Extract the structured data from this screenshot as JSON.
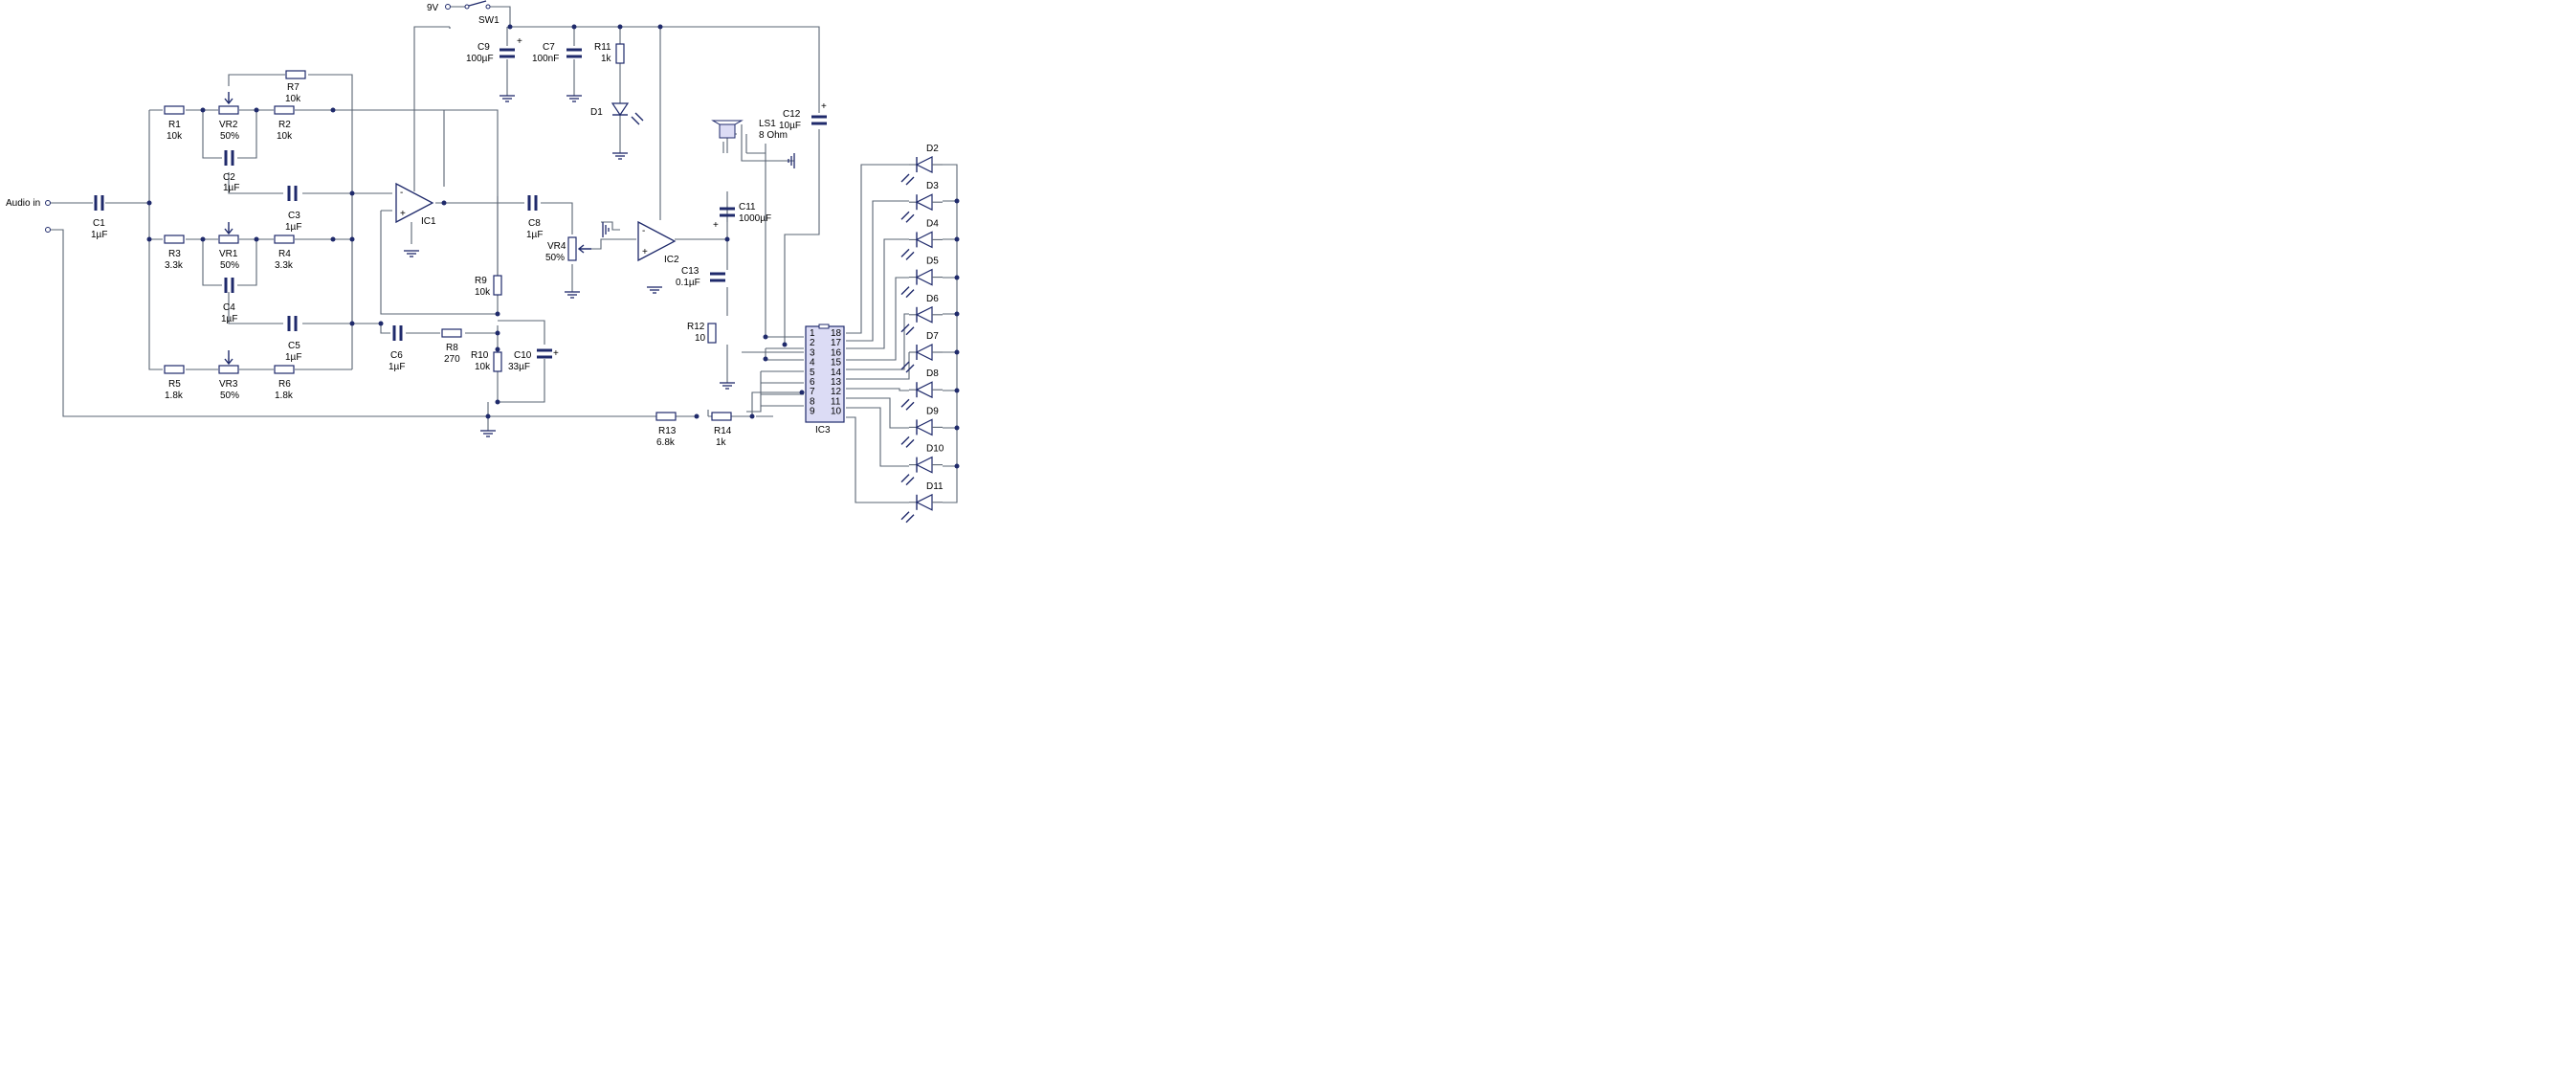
{
  "labels": {
    "supply": "9V",
    "switch": "SW1",
    "audio_in": "Audio in",
    "c1": "C1",
    "c1_val": "1µF",
    "r1": "R1",
    "r1_val": "10k",
    "vr2": "VR2",
    "vr2_val": "50%",
    "r2": "R2",
    "r2_val": "10k",
    "r7": "R7",
    "r7_val": "10k",
    "c2": "C2",
    "c2_val": "1µF",
    "c3": "C3",
    "c3_val": "1µF",
    "r3": "R3",
    "r3_val": "3.3k",
    "vr1": "VR1",
    "vr1_val": "50%",
    "r4": "R4",
    "r4_val": "3.3k",
    "c4": "C4",
    "c4_val": "1µF",
    "c5": "C5",
    "c5_val": "1µF",
    "r5": "R5",
    "r5_val": "1.8k",
    "vr3": "VR3",
    "vr3_val": "50%",
    "r6": "R6",
    "r6_val": "1.8k",
    "ic1": "IC1",
    "c6": "C6",
    "c6_val": "1µF",
    "r8": "R8",
    "r8_val": "270",
    "r9": "R9",
    "r9_val": "10k",
    "r10": "R10",
    "r10_val": "10k",
    "c10": "C10",
    "c10_val": "33µF",
    "c8": "C8",
    "c8_val": "1µF",
    "vr4": "VR4",
    "vr4_val": "50%",
    "c9": "C9",
    "c9_val": "100µF",
    "c7": "C7",
    "c7_val": "100nF",
    "r11": "R11",
    "r11_val": "1k",
    "d1": "D1",
    "ic2": "IC2",
    "ls1": "LS1",
    "ls1_val": "8 Ohm",
    "c12": "C12",
    "c12_val": "10µF",
    "c11": "C11",
    "c11_val": "1000µF",
    "c13": "C13",
    "c13_val": "0.1µF",
    "r12": "R12",
    "r12_val": "10",
    "r13": "R13",
    "r13_val": "6.8k",
    "r14": "R14",
    "r14_val": "1k",
    "ic3": "IC3",
    "plus": "+",
    "minus": "-"
  },
  "ic3_pins_left": [
    "1",
    "2",
    "3",
    "4",
    "5",
    "6",
    "7",
    "8",
    "9"
  ],
  "ic3_pins_right": [
    "18",
    "17",
    "16",
    "15",
    "14",
    "13",
    "12",
    "11",
    "10"
  ],
  "leds": [
    "D2",
    "D3",
    "D4",
    "D5",
    "D6",
    "D7",
    "D8",
    "D9",
    "D10",
    "D11"
  ],
  "colors": {
    "wire": "#5a6473",
    "component": "#1f2a6b",
    "ic_fill": "#dcdcf5",
    "background": "#ffffff"
  }
}
